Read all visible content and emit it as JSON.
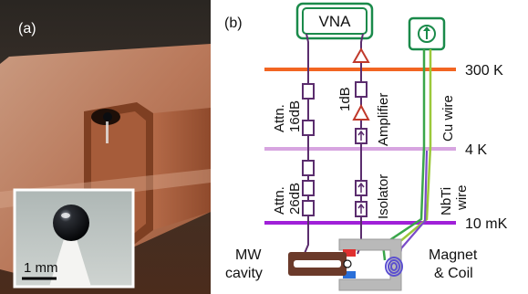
{
  "panel_a": {
    "label": "(a)",
    "inset_scalebar": "1 mm"
  },
  "panel_b": {
    "label": "(b)",
    "vna": "VNA",
    "temps": [
      "300 K",
      "4 K",
      "10 mK"
    ],
    "components": {
      "attn_top": [
        "Attn.",
        "16dB"
      ],
      "attn_bottom": [
        "Attn.",
        "26dB"
      ],
      "one_db": "1dB",
      "amplifier": "Amplifier",
      "isolator": "Isolator",
      "cu_wire": "Cu wire",
      "nbti_wire": [
        "NbTi",
        "wire"
      ],
      "mw_cavity": [
        "MW",
        "cavity"
      ],
      "magnet_coil": [
        "Magnet",
        "& Coil"
      ]
    },
    "colors": {
      "line_300k": "#f26522",
      "line_4k": "#d7a5e0",
      "line_10mk": "#a020d8",
      "coax": "#5b2d6e",
      "wires_green": "#3aa64a",
      "wires_lime": "#9cc83a",
      "vna_box": "#1a8a4a",
      "amplifier": "#c0392b",
      "cavity": "#6b3a2a",
      "magnet_yoke": "#b9b9b9",
      "coil": "#5b4fd0"
    }
  }
}
